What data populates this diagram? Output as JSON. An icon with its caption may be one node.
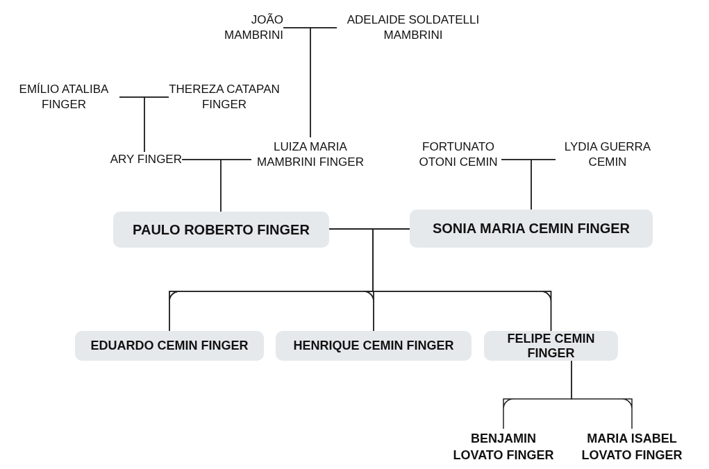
{
  "diagram": {
    "nodes": [
      {
        "text": [
          "JOÃO MAMBRINI"
        ]
      },
      {
        "text": [
          "ADELAIDE SOLDATELLI MAMBRINI"
        ]
      },
      {
        "text": [
          "EMÍLIO ATALIBA FINGER"
        ]
      },
      {
        "text": [
          "THEREZA CATAPAN FINGER"
        ]
      },
      {
        "text": [
          "ARY FINGER"
        ]
      },
      {
        "text": [
          "LUIZA MARIA MAMBRINI FINGER"
        ]
      },
      {
        "text": [
          "FORTUNATO OTONI CEMIN"
        ]
      },
      {
        "text": [
          "LYDIA GUERRA CEMIN"
        ]
      },
      {
        "text": [
          "PAULO ROBERTO FINGER"
        ]
      },
      {
        "text": [
          "SONIA MARIA CEMIN FINGER"
        ]
      },
      {
        "text": [
          "EDUARDO CEMIN FINGER"
        ]
      },
      {
        "text": [
          "HENRIQUE CEMIN FINGER"
        ]
      },
      {
        "text": [
          "FELIPE CEMIN FINGER"
        ]
      },
      {
        "text": [
          "BENJAMIN LOVATO FINGER"
        ]
      },
      {
        "text": [
          "MARIA ISABEL LOVATO FINGER"
        ]
      }
    ],
    "edges": [
      {
        "from": 0,
        "to": 1,
        "arrow": "none"
      },
      {
        "from": 0,
        "to": 5,
        "arrow": "none"
      },
      {
        "from": 1,
        "to": 5,
        "arrow": "none"
      },
      {
        "from": 2,
        "to": 3,
        "arrow": "none"
      },
      {
        "from": 2,
        "to": 4,
        "arrow": "none"
      },
      {
        "from": 3,
        "to": 4,
        "arrow": "none"
      },
      {
        "from": 4,
        "to": 5,
        "arrow": "none"
      },
      {
        "from": 4,
        "to": 8,
        "arrow": "none"
      },
      {
        "from": 5,
        "to": 8,
        "arrow": "none"
      },
      {
        "from": 6,
        "to": 7,
        "arrow": "none"
      },
      {
        "from": 6,
        "to": 9,
        "arrow": "none"
      },
      {
        "from": 7,
        "to": 9,
        "arrow": "none"
      },
      {
        "from": 8,
        "to": 9,
        "arrow": "none"
      },
      {
        "from": 8,
        "to": 10,
        "arrow": "none"
      },
      {
        "from": 9,
        "to": 10,
        "arrow": "none"
      },
      {
        "from": 8,
        "to": 11,
        "arrow": "none"
      },
      {
        "from": 9,
        "to": 11,
        "arrow": "none"
      },
      {
        "from": 8,
        "to": 12,
        "arrow": "none"
      },
      {
        "from": 9,
        "to": 12,
        "arrow": "none"
      },
      {
        "from": 12,
        "to": 13,
        "arrow": "none"
      },
      {
        "from": 12,
        "to": 14,
        "arrow": "none"
      }
    ]
  }
}
